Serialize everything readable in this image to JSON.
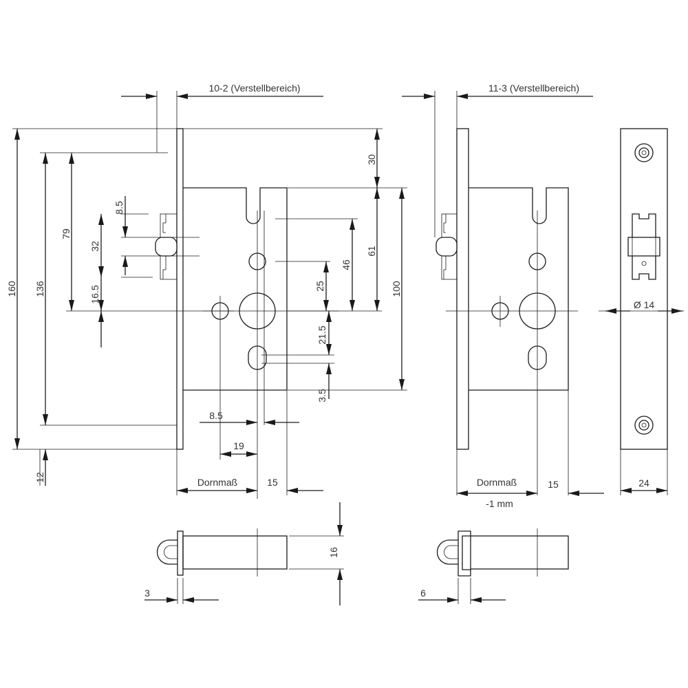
{
  "labels": {
    "range_left": "10-2 (Verstellbereich)",
    "range_right": "11-3 (Verstellbereich)",
    "d160": "160",
    "d136": "136",
    "d79": "79",
    "d8_5_top": "8.5",
    "d32": "32",
    "d16_5": "16.5",
    "d12": "12",
    "d30": "30",
    "d61": "61",
    "d100": "100",
    "d46": "46",
    "d25": "25",
    "d21_5": "21.5",
    "d3_5": "3.5",
    "d8_5_bottom": "8.5",
    "d19": "19",
    "dornmass_left": "Dornmaß",
    "d15_left": "15",
    "dornmass_right": "Dornmaß",
    "minus_1mm": "-1 mm",
    "d15_right": "15",
    "d24": "24",
    "dia14": "Ø 14",
    "d16": "16",
    "d3": "3",
    "d6": "6"
  }
}
